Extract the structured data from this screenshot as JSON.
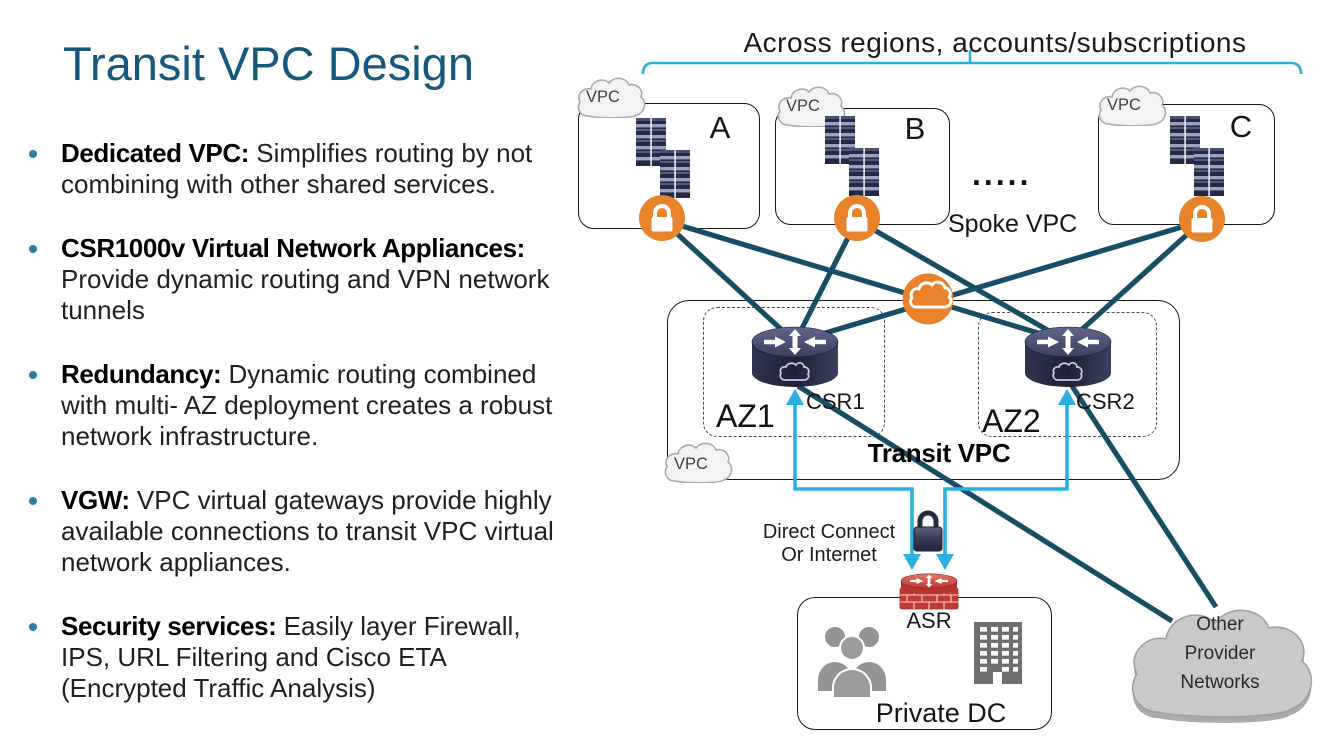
{
  "slide": {
    "title": "Transit VPC Design",
    "bullets": [
      {
        "lead": "Dedicated VPC:",
        "text": " Simplifies routing by not combining with other shared services."
      },
      {
        "lead": "CSR1000v Virtual Network Appliances:",
        "text": " Provide dynamic routing and VPN network tunnels"
      },
      {
        "lead": "Redundancy:",
        "text": " Dynamic routing combined with multi- AZ deployment creates a robust network infrastructure."
      },
      {
        "lead": "VGW:",
        "text": " VPC virtual gateways provide highly available connections to transit VPC virtual network appliances."
      },
      {
        "lead": "Security services:",
        "text": " Easily layer Firewall, IPS, URL Filtering and Cisco ETA (Encrypted Traffic Analysis)"
      }
    ]
  },
  "diagram": {
    "header": "Across regions, accounts/subscriptions",
    "spoke_vpcs": [
      {
        "cloud_label": "VPC",
        "letter": "A"
      },
      {
        "cloud_label": "VPC",
        "letter": "B"
      },
      {
        "cloud_label": "VPC",
        "letter": "C"
      }
    ],
    "ellipsis": ".....",
    "spoke_label": "Spoke VPC",
    "transit": {
      "label": "Transit VPC",
      "az1": "AZ1",
      "az2": "AZ2",
      "csr1": "CSR1",
      "csr2": "CSR2",
      "cloud_label": "VPC"
    },
    "direct_connect_line1": "Direct Connect",
    "direct_connect_line2": "Or Internet",
    "asr_label": "ASR",
    "private_dc_label": "Private DC",
    "other_cloud_line1": "Other",
    "other_cloud_line2": "Provider",
    "other_cloud_line3": "Networks",
    "icons": [
      "vpc-cloud-icon",
      "server-stack-icon",
      "lock-icon",
      "vpn-cloud-icon",
      "router-icon",
      "padlock-icon",
      "asr-firewall-icon",
      "users-icon",
      "building-icon",
      "provider-cloud-icon"
    ]
  },
  "colors": {
    "title_blue": "#15587D",
    "line_dark": "#174E66",
    "line_cyan": "#29B0DF",
    "orange": "#E8832C",
    "red": "#C13A31",
    "gray_cloud": "#C7C9CA"
  }
}
